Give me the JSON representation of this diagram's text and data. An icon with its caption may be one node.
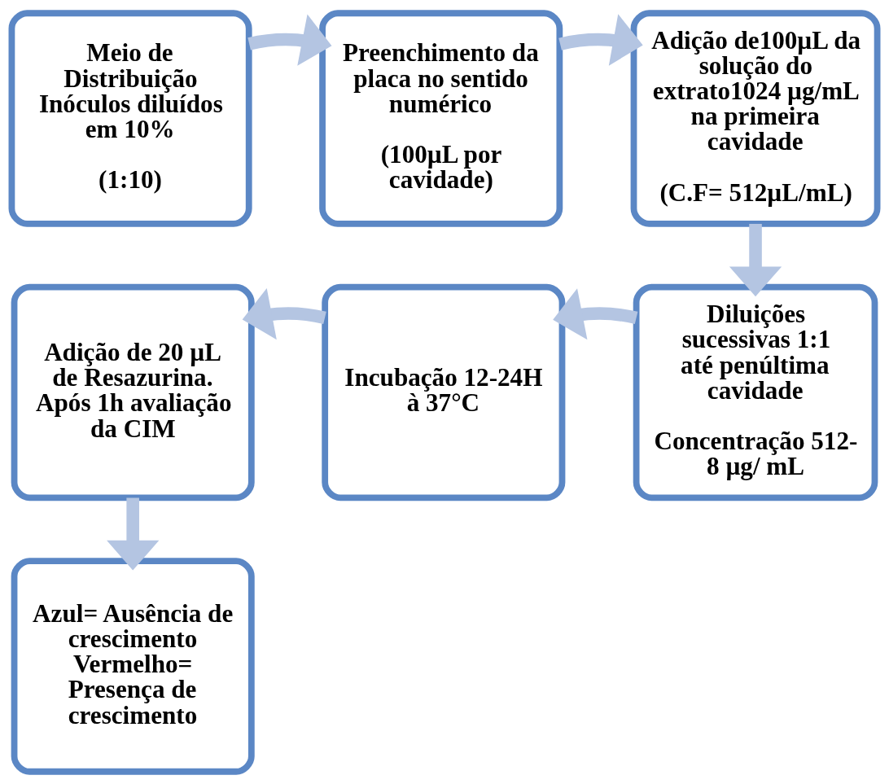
{
  "diagram": {
    "nodes": [
      {
        "text": [
          "Meio de Distribuição Inóculos diluídos em 10%",
          "(1:10)"
        ]
      },
      {
        "text": [
          "Preenchimento da placa no sentido numérico",
          "(100µL por cavidade)"
        ]
      },
      {
        "text": [
          "Adição de100µL da solução do extrato1024 µg/mL na primeira cavidade",
          "(C.F= 512µL/mL)"
        ]
      },
      {
        "text": [
          "Diluições sucessivas 1:1 até penúltima cavidade",
          "Concentração 512- 8 µg/ mL"
        ]
      },
      {
        "text": [
          "Incubação 12-24H à 37°C"
        ]
      },
      {
        "text": [
          "Adição de 20 µL de Resazurina. Após 1h avaliação da CIM"
        ]
      },
      {
        "text": [
          "Azul= Ausência de crescimento Vermelho= Presença de crescimento"
        ]
      }
    ],
    "edges": [
      {
        "from": 0,
        "to": 1,
        "arrow": "to"
      },
      {
        "from": 1,
        "to": 2,
        "arrow": "to"
      },
      {
        "from": 2,
        "to": 3,
        "arrow": "to"
      },
      {
        "from": 3,
        "to": 4,
        "arrow": "to"
      },
      {
        "from": 4,
        "to": 5,
        "arrow": "to"
      },
      {
        "from": 5,
        "to": 6,
        "arrow": "to"
      }
    ]
  }
}
